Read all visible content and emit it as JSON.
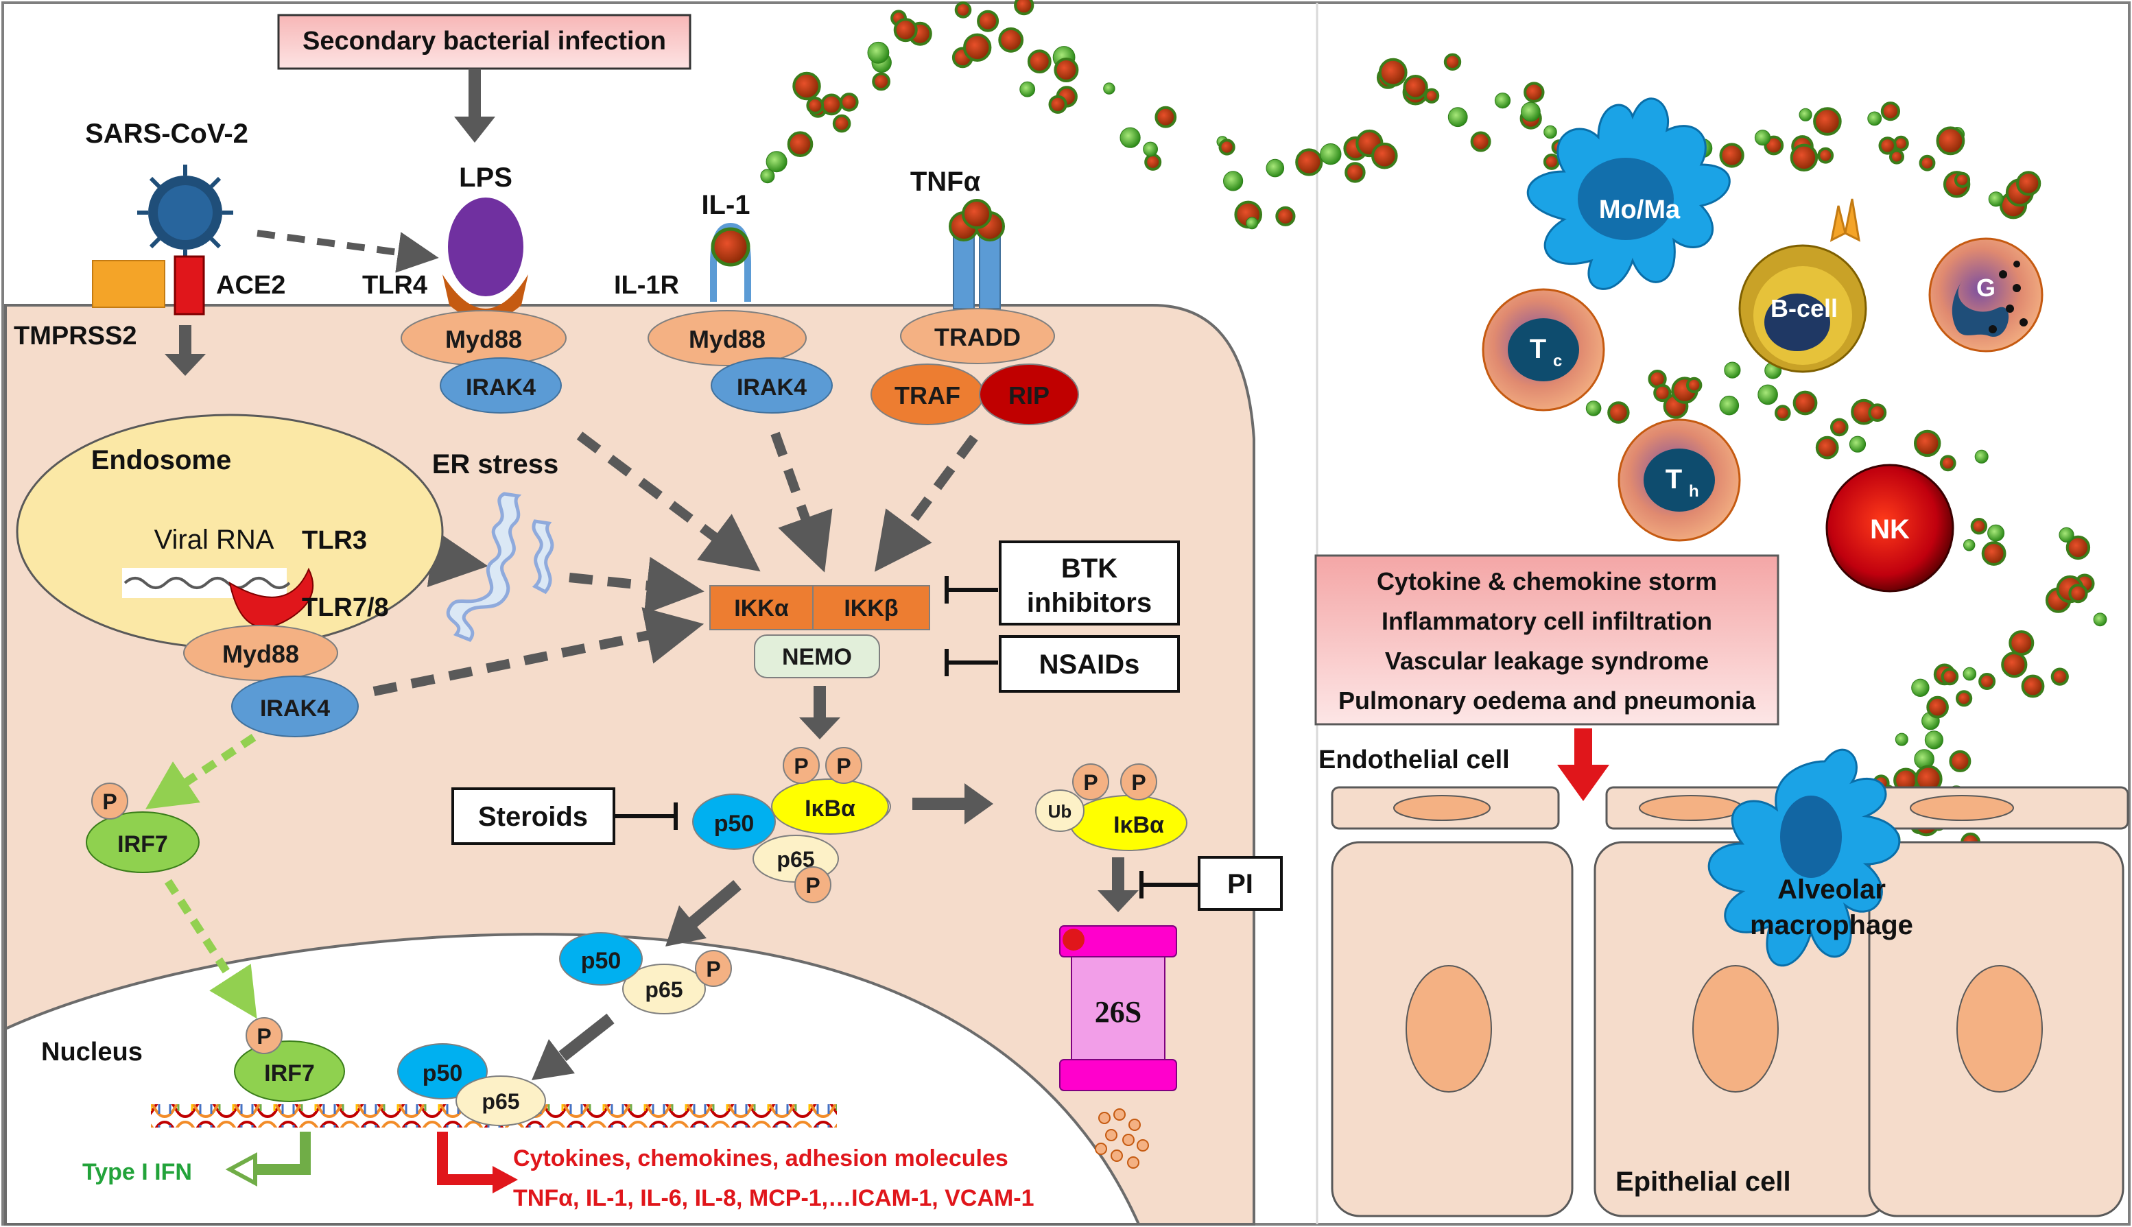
{
  "labels": {
    "secondary_infection": "Secondary bacterial infection",
    "sars_cov2": "SARS-CoV-2",
    "lps": "LPS",
    "il1": "IL-1",
    "tnfa": "TNFα",
    "ace2": "ACE2",
    "tlr4": "TLR4",
    "il1r": "IL-1R",
    "tmprss2": "TMPRSS2",
    "myd88": "Myd88",
    "irak4": "IRAK4",
    "tradd": "TRADD",
    "traf": "TRAF",
    "rip": "RIP",
    "endosome": "Endosome",
    "viral_rna": "Viral RNA",
    "tlr3": "TLR3",
    "tlr78": "TLR7/8",
    "er_stress": "ER stress",
    "ikka": "IKKα",
    "ikkb": "IKKβ",
    "nemo": "NEMO",
    "btk_1": "BTK",
    "btk_2": "inhibitors",
    "nsaids": "NSAIDs",
    "steroids": "Steroids",
    "pi": "PI",
    "p": "P",
    "p50": "p50",
    "p65": "p65",
    "ikba": "IκBα",
    "ub": "Ub",
    "s26": "26S",
    "irf7": "IRF7",
    "nucleus": "Nucleus",
    "type1ifn": "Type I IFN",
    "cytokines_1": "Cytokines, chemokines, adhesion molecules",
    "cytokines_2": "TNFα, IL-1, IL-6, IL-8, MCP-1,…ICAM-1, VCAM-1",
    "mo_ma": "Mo/Ma",
    "tc_letter": "T",
    "tc_sub": "c",
    "th_letter": "T",
    "th_sub": "h",
    "bcell": "B-cell",
    "g": "G",
    "nk": "NK",
    "storm_1": "Cytokine & chemokine storm",
    "storm_2": "Inflammatory  cell infiltration",
    "storm_3": "Vascular leakage syndrome",
    "storm_4": "Pulmonary oedema and pneumonia",
    "endothelial": "Endothelial cell",
    "alveolar_1": "Alveolar",
    "alveolar_2": "macrophage",
    "epithelial": "Epithelial cell"
  },
  "colors": {
    "cell_fill": "#f5dccb",
    "endosome_fill": "#fbe8a6",
    "protein_orange": "#f4b183",
    "protein_blue": "#5b9bd5",
    "ikk_orange": "#ed7d31",
    "nemo_green": "#e2efda",
    "p50_cyan": "#00b0f0",
    "p65_cream": "#fdf1c7",
    "ikba_yellow": "#ffff00",
    "irf7_green": "#8fd14f",
    "proteasome_pink": "#f29ee8",
    "storm_box_top": "#f8c6c6",
    "cytokine_red": "#c55a11",
    "cytokine_green": "#70c044",
    "arrow_gray": "#595959"
  }
}
